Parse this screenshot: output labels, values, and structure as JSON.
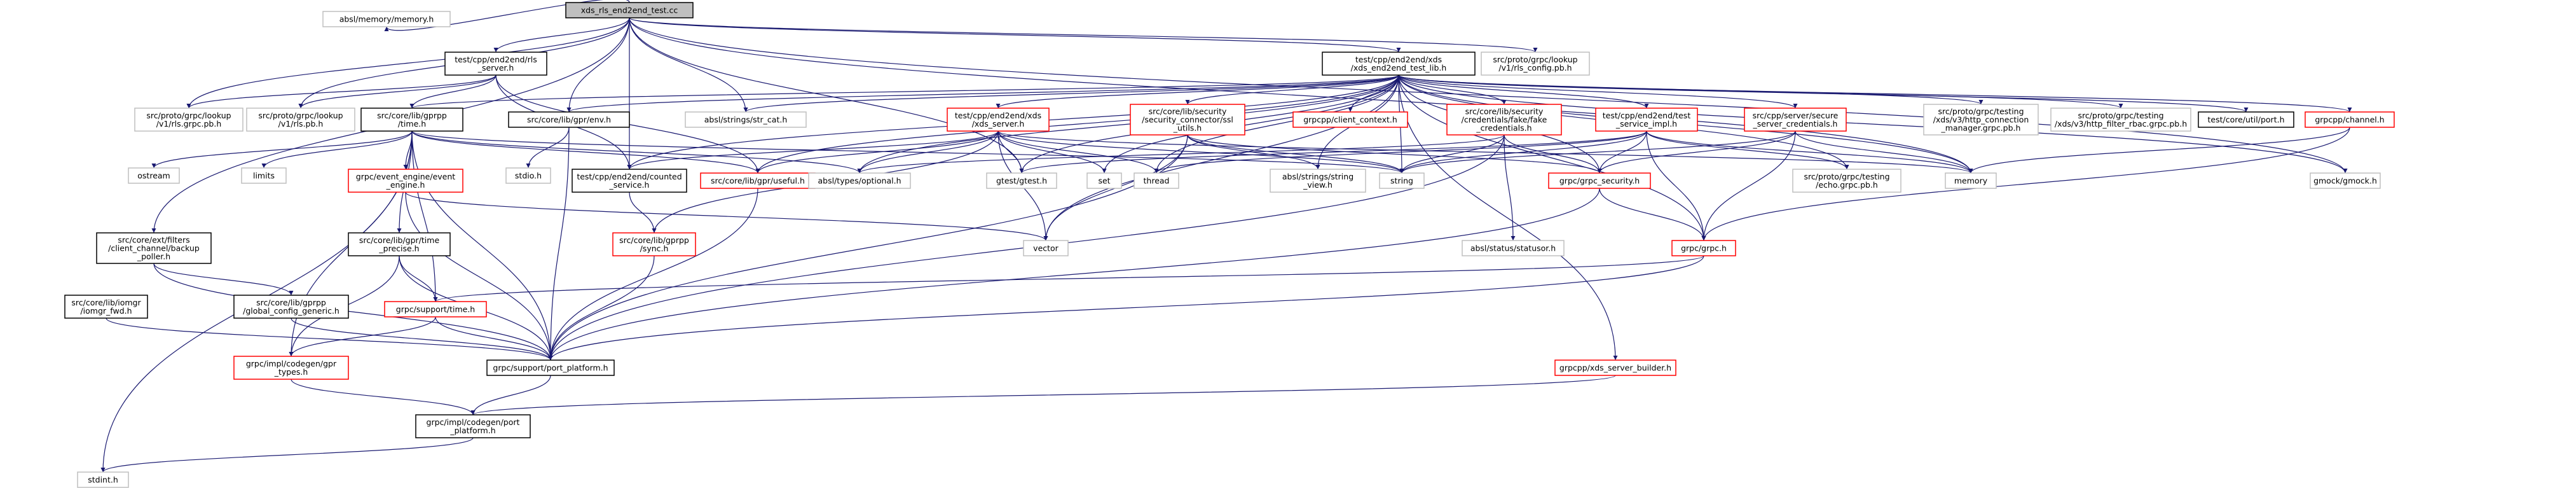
{
  "colors": {
    "edge": "#191970",
    "root_fill": "#bfbfbf",
    "border_black": "#000000",
    "border_red": "#ff0000",
    "border_gray": "#bfbfbf",
    "background": "#ffffff"
  },
  "nodes": [
    {
      "id": "root",
      "lines": [
        "xds_rls_end2end_test.cc"
      ],
      "style": "root"
    },
    {
      "id": "absl_memory",
      "lines": [
        "absl/memory/memory.h"
      ],
      "style": "gray"
    },
    {
      "id": "rls_server",
      "lines": [
        "test/cpp/end2end/rls",
        "_server.h"
      ],
      "style": "black"
    },
    {
      "id": "xds_lib",
      "lines": [
        "test/cpp/end2end/xds",
        "/xds_end2end_test_lib.h"
      ],
      "style": "black"
    },
    {
      "id": "rls_config_pb",
      "lines": [
        "src/proto/grpc/lookup",
        "/v1/rls_config.pb.h"
      ],
      "style": "gray"
    },
    {
      "id": "rls_grpc_pb",
      "lines": [
        "src/proto/grpc/lookup",
        "/v1/rls.grpc.pb.h"
      ],
      "style": "gray"
    },
    {
      "id": "rls_pb",
      "lines": [
        "src/proto/grpc/lookup",
        "/v1/rls.pb.h"
      ],
      "style": "gray"
    },
    {
      "id": "time_h",
      "lines": [
        "src/core/lib/gprpp",
        "/time.h"
      ],
      "style": "black"
    },
    {
      "id": "env_h",
      "lines": [
        "src/core/lib/gpr/env.h"
      ],
      "style": "black"
    },
    {
      "id": "str_cat",
      "lines": [
        "absl/strings/str_cat.h"
      ],
      "style": "gray"
    },
    {
      "id": "xds_server",
      "lines": [
        "test/cpp/end2end/xds",
        "/xds_server.h"
      ],
      "style": "red"
    },
    {
      "id": "sec_conn",
      "lines": [
        "src/core/lib/security",
        "/security_connector/ssl",
        "_utils.h"
      ],
      "style": "red"
    },
    {
      "id": "client_ctx",
      "lines": [
        "grpcpp/client_context.h"
      ],
      "style": "red"
    },
    {
      "id": "fake_creds",
      "lines": [
        "src/core/lib/security",
        "/credentials/fake/fake",
        "_credentials.h"
      ],
      "style": "red"
    },
    {
      "id": "test_svc",
      "lines": [
        "test/cpp/end2end/test",
        "_service_impl.h"
      ],
      "style": "red"
    },
    {
      "id": "secure_srv",
      "lines": [
        "src/cpp/server/secure",
        "_server_credentials.h"
      ],
      "style": "red"
    },
    {
      "id": "http_conn",
      "lines": [
        "src/proto/grpc/testing",
        "/xds/v3/http_connection",
        "_manager.grpc.pb.h"
      ],
      "style": "gray"
    },
    {
      "id": "http_rbac",
      "lines": [
        "src/proto/grpc/testing",
        "/xds/v3/http_filter_rbac.grpc.pb.h"
      ],
      "style": "gray"
    },
    {
      "id": "util_port",
      "lines": [
        "test/core/util/port.h"
      ],
      "style": "black"
    },
    {
      "id": "channel_h",
      "lines": [
        "grpcpp/channel.h"
      ],
      "style": "red"
    },
    {
      "id": "ostream",
      "lines": [
        "ostream"
      ],
      "style": "gray"
    },
    {
      "id": "limits",
      "lines": [
        "limits"
      ],
      "style": "gray"
    },
    {
      "id": "event_engine",
      "lines": [
        "grpc/event_engine/event",
        "_engine.h"
      ],
      "style": "red"
    },
    {
      "id": "stdio",
      "lines": [
        "stdio.h"
      ],
      "style": "gray"
    },
    {
      "id": "counted_svc",
      "lines": [
        "test/cpp/end2end/counted",
        "_service.h"
      ],
      "style": "black"
    },
    {
      "id": "useful_h",
      "lines": [
        "src/core/lib/gpr/useful.h"
      ],
      "style": "red"
    },
    {
      "id": "optional_h",
      "lines": [
        "absl/types/optional.h"
      ],
      "style": "gray"
    },
    {
      "id": "gtest_h",
      "lines": [
        "gtest/gtest.h"
      ],
      "style": "gray"
    },
    {
      "id": "set_h",
      "lines": [
        "set"
      ],
      "style": "gray"
    },
    {
      "id": "thread_h",
      "lines": [
        "thread"
      ],
      "style": "gray"
    },
    {
      "id": "string_view",
      "lines": [
        "absl/strings/string",
        "_view.h"
      ],
      "style": "gray"
    },
    {
      "id": "string_h",
      "lines": [
        "string"
      ],
      "style": "gray"
    },
    {
      "id": "grpc_security",
      "lines": [
        "grpc/grpc_security.h"
      ],
      "style": "red"
    },
    {
      "id": "echo_pb",
      "lines": [
        "src/proto/grpc/testing",
        "/echo.grpc.pb.h"
      ],
      "style": "gray"
    },
    {
      "id": "memory_h",
      "lines": [
        "memory"
      ],
      "style": "gray"
    },
    {
      "id": "gmock_h",
      "lines": [
        "gmock/gmock.h"
      ],
      "style": "gray"
    },
    {
      "id": "backup_poller",
      "lines": [
        "src/core/ext/filters",
        "/client_channel/backup",
        "_poller.h"
      ],
      "style": "black"
    },
    {
      "id": "time_precise",
      "lines": [
        "src/core/lib/gpr/time",
        "_precise.h"
      ],
      "style": "black"
    },
    {
      "id": "sync_h",
      "lines": [
        "src/core/lib/gprpp",
        "/sync.h"
      ],
      "style": "red"
    },
    {
      "id": "vector_h",
      "lines": [
        "vector"
      ],
      "style": "gray"
    },
    {
      "id": "statusor",
      "lines": [
        "absl/status/statusor.h"
      ],
      "style": "gray"
    },
    {
      "id": "grpc_h",
      "lines": [
        "grpc/grpc.h"
      ],
      "style": "red"
    },
    {
      "id": "iomgr_fwd",
      "lines": [
        "src/core/lib/iomgr",
        "/iomgr_fwd.h"
      ],
      "style": "black"
    },
    {
      "id": "global_cfg",
      "lines": [
        "src/core/lib/gprpp",
        "/global_config_generic.h"
      ],
      "style": "black"
    },
    {
      "id": "support_time",
      "lines": [
        "grpc/support/time.h"
      ],
      "style": "red"
    },
    {
      "id": "gpr_types",
      "lines": [
        "grpc/impl/codegen/gpr",
        "_types.h"
      ],
      "style": "red"
    },
    {
      "id": "port_platform",
      "lines": [
        "grpc/support/port_platform.h"
      ],
      "style": "black"
    },
    {
      "id": "xds_builder",
      "lines": [
        "grpcpp/xds_server_builder.h"
      ],
      "style": "red"
    },
    {
      "id": "codegen_port",
      "lines": [
        "grpc/impl/codegen/port",
        "_platform.h"
      ],
      "style": "black"
    },
    {
      "id": "stdint",
      "lines": [
        "stdint.h"
      ],
      "style": "gray"
    }
  ],
  "edges": [
    [
      "root",
      "absl_memory"
    ],
    [
      "root",
      "rls_server"
    ],
    [
      "root",
      "xds_lib"
    ],
    [
      "root",
      "rls_config_pb"
    ],
    [
      "root",
      "rls_grpc_pb"
    ],
    [
      "root",
      "rls_pb"
    ],
    [
      "root",
      "env_h"
    ],
    [
      "root",
      "str_cat"
    ],
    [
      "root",
      "gtest_h"
    ],
    [
      "root",
      "backup_poller"
    ],
    [
      "root",
      "counted_svc"
    ],
    [
      "root",
      "gmock_h"
    ],
    [
      "root",
      "memory_h"
    ],
    [
      "rls_server",
      "rls_grpc_pb"
    ],
    [
      "rls_server",
      "rls_pb"
    ],
    [
      "rls_server",
      "time_h"
    ],
    [
      "rls_server",
      "counted_svc"
    ],
    [
      "rls_server",
      "useful_h"
    ],
    [
      "xds_lib",
      "xds_server"
    ],
    [
      "xds_lib",
      "sec_conn"
    ],
    [
      "xds_lib",
      "client_ctx"
    ],
    [
      "xds_lib",
      "fake_creds"
    ],
    [
      "xds_lib",
      "test_svc"
    ],
    [
      "xds_lib",
      "secure_srv"
    ],
    [
      "xds_lib",
      "http_conn"
    ],
    [
      "xds_lib",
      "http_rbac"
    ],
    [
      "xds_lib",
      "util_port"
    ],
    [
      "xds_lib",
      "channel_h"
    ],
    [
      "xds_lib",
      "env_h"
    ],
    [
      "xds_lib",
      "time_h"
    ],
    [
      "xds_lib",
      "str_cat"
    ],
    [
      "xds_lib",
      "counted_svc"
    ],
    [
      "xds_lib",
      "optional_h"
    ],
    [
      "xds_lib",
      "gtest_h"
    ],
    [
      "xds_lib",
      "set_h"
    ],
    [
      "xds_lib",
      "thread_h"
    ],
    [
      "xds_lib",
      "string_view"
    ],
    [
      "xds_lib",
      "string_h"
    ],
    [
      "xds_lib",
      "memory_h"
    ],
    [
      "xds_lib",
      "gmock_h"
    ],
    [
      "xds_lib",
      "echo_pb"
    ],
    [
      "xds_lib",
      "grpc_security"
    ],
    [
      "xds_lib",
      "grpc_h"
    ],
    [
      "xds_lib",
      "xds_builder"
    ],
    [
      "xds_lib",
      "vector_h"
    ],
    [
      "xds_lib",
      "useful_h"
    ],
    [
      "time_h",
      "ostream"
    ],
    [
      "time_h",
      "limits"
    ],
    [
      "time_h",
      "event_engine"
    ],
    [
      "time_h",
      "time_precise"
    ],
    [
      "time_h",
      "support_time"
    ],
    [
      "time_h",
      "port_platform"
    ],
    [
      "time_h",
      "useful_h"
    ],
    [
      "time_h",
      "optional_h"
    ],
    [
      "time_h",
      "stdint"
    ],
    [
      "time_h",
      "gpr_types"
    ],
    [
      "time_h",
      "string_h"
    ],
    [
      "env_h",
      "stdio"
    ],
    [
      "env_h",
      "port_platform"
    ],
    [
      "xds_server",
      "counted_svc"
    ],
    [
      "xds_server",
      "optional_h"
    ],
    [
      "xds_server",
      "gtest_h"
    ],
    [
      "xds_server",
      "set_h"
    ],
    [
      "xds_server",
      "thread_h"
    ],
    [
      "xds_server",
      "vector_h"
    ],
    [
      "xds_server",
      "sync_h"
    ],
    [
      "xds_server",
      "string_h"
    ],
    [
      "xds_server",
      "memory_h"
    ],
    [
      "xds_server",
      "useful_h"
    ],
    [
      "sec_conn",
      "string_view"
    ],
    [
      "sec_conn",
      "string_h"
    ],
    [
      "sec_conn",
      "vector_h"
    ],
    [
      "sec_conn",
      "port_platform"
    ],
    [
      "sec_conn",
      "grpc_security"
    ],
    [
      "fake_creds",
      "string_h"
    ],
    [
      "fake_creds",
      "statusor"
    ],
    [
      "fake_creds",
      "port_platform"
    ],
    [
      "fake_creds",
      "grpc_security"
    ],
    [
      "fake_creds",
      "optional_h"
    ],
    [
      "test_svc",
      "gtest_h"
    ],
    [
      "test_svc",
      "thread_h"
    ],
    [
      "test_svc",
      "string_h"
    ],
    [
      "test_svc",
      "memory_h"
    ],
    [
      "test_svc",
      "grpc_security"
    ],
    [
      "test_svc",
      "echo_pb"
    ],
    [
      "test_svc",
      "grpc_h"
    ],
    [
      "secure_srv",
      "grpc_security"
    ],
    [
      "secure_srv",
      "memory_h"
    ],
    [
      "secure_srv",
      "grpc_h"
    ],
    [
      "secure_srv",
      "string_h"
    ],
    [
      "channel_h",
      "memory_h"
    ],
    [
      "channel_h",
      "grpc_h"
    ],
    [
      "event_engine",
      "port_platform"
    ],
    [
      "event_engine",
      "vector_h"
    ],
    [
      "counted_svc",
      "sync_h"
    ],
    [
      "useful_h",
      "port_platform"
    ],
    [
      "grpc_security",
      "grpc_h"
    ],
    [
      "grpc_security",
      "port_platform"
    ],
    [
      "backup_poller",
      "global_cfg"
    ],
    [
      "backup_poller",
      "port_platform"
    ],
    [
      "time_precise",
      "support_time"
    ],
    [
      "time_precise",
      "port_platform"
    ],
    [
      "time_precise",
      "gpr_types"
    ],
    [
      "sync_h",
      "port_platform"
    ],
    [
      "grpc_h",
      "support_time"
    ],
    [
      "grpc_h",
      "port_platform"
    ],
    [
      "iomgr_fwd",
      "port_platform"
    ],
    [
      "global_cfg",
      "port_platform"
    ],
    [
      "support_time",
      "gpr_types"
    ],
    [
      "support_time",
      "port_platform"
    ],
    [
      "gpr_types",
      "codegen_port"
    ],
    [
      "port_platform",
      "codegen_port"
    ],
    [
      "xds_builder",
      "codegen_port"
    ],
    [
      "codegen_port",
      "stdint"
    ]
  ]
}
